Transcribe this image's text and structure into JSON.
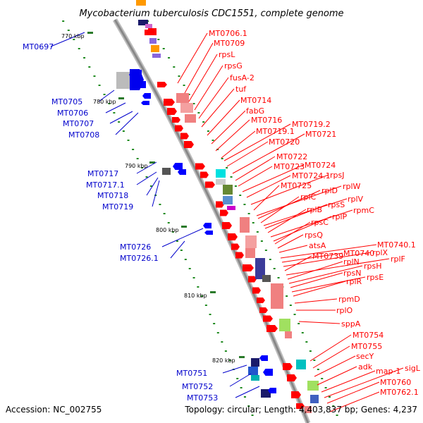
{
  "title": "Mycobacterium tuberculosis CDC1551, complete genome",
  "footer": {
    "accession": "Accession: NC_002755",
    "summary": "Topology: circular; Length: 4,403,837 bp; Genes: 4,237"
  },
  "scale_labels": [
    "770 kbp",
    "780 kbp",
    "790 kbp",
    "800 kbp",
    "810 kbp",
    "820 kbp"
  ],
  "left_genes": [
    "MT0697",
    "MT0705",
    "MT0706",
    "MT0707",
    "MT0708",
    "MT0717",
    "MT0717.1",
    "MT0718",
    "MT0719",
    "MT0726",
    "MT0726.1",
    "MT0751",
    "MT0752",
    "MT0753"
  ],
  "right_genes": [
    "MT0706.1",
    "MT0709",
    "rpsL",
    "rpsG",
    "fusA-2",
    "tuf",
    "MT0714",
    "fabG",
    "MT0716",
    "MT0719.1",
    "MT0719.2",
    "MT0720",
    "MT0721",
    "MT0722",
    "MT0723",
    "MT0724",
    "MT0724.1",
    "rpsJ",
    "MT0725",
    "rplW",
    "rplD",
    "rplC",
    "rplV",
    "rpsS",
    "rplB",
    "rpmC",
    "rplP",
    "rpsC",
    "rpsQ",
    "atsA",
    "MT0740.1",
    "MT0740",
    "rplX",
    "MT0739",
    "rplF",
    "rplN",
    "rpsH",
    "rpsN",
    "rpsE",
    "rplR",
    "rpmD",
    "rplO",
    "sppA",
    "MT0754",
    "MT0755",
    "secY",
    "adk",
    "map-1",
    "sigL",
    "MT0760",
    "MT0762.1"
  ],
  "colors": {
    "forward_gene": "#ff0000",
    "reverse_gene": "#0000ff",
    "forward_label": "#ff0000",
    "reverse_label": "#0000cc",
    "backbone": "#999999",
    "scale_dots": "#1f8a1f"
  }
}
